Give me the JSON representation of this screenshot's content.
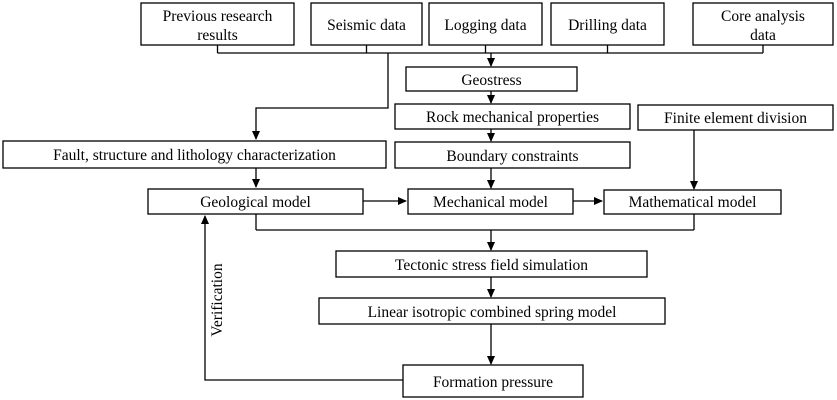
{
  "sources": {
    "previous_research": [
      "Previous research",
      "results"
    ],
    "seismic": "Seismic data",
    "logging": "Logging data",
    "drilling": "Drilling data",
    "core_analysis": [
      "Core analysis",
      "data"
    ]
  },
  "steps": {
    "geostress": "Geostress",
    "rock_mechanical": "Rock mechanical properties",
    "finite_element": "Finite element division",
    "fault_structure": "Fault, structure and lithology characterization",
    "boundary_constraints": "Boundary constraints",
    "geological_model": "Geological model",
    "mechanical_model": "Mechanical model",
    "mathematical_model": "Mathematical model",
    "tectonic_simulation": "Tectonic stress field simulation",
    "spring_model": "Linear isotropic combined spring model",
    "formation_pressure": "Formation pressure"
  },
  "edge_labels": {
    "verification": "Verification"
  }
}
